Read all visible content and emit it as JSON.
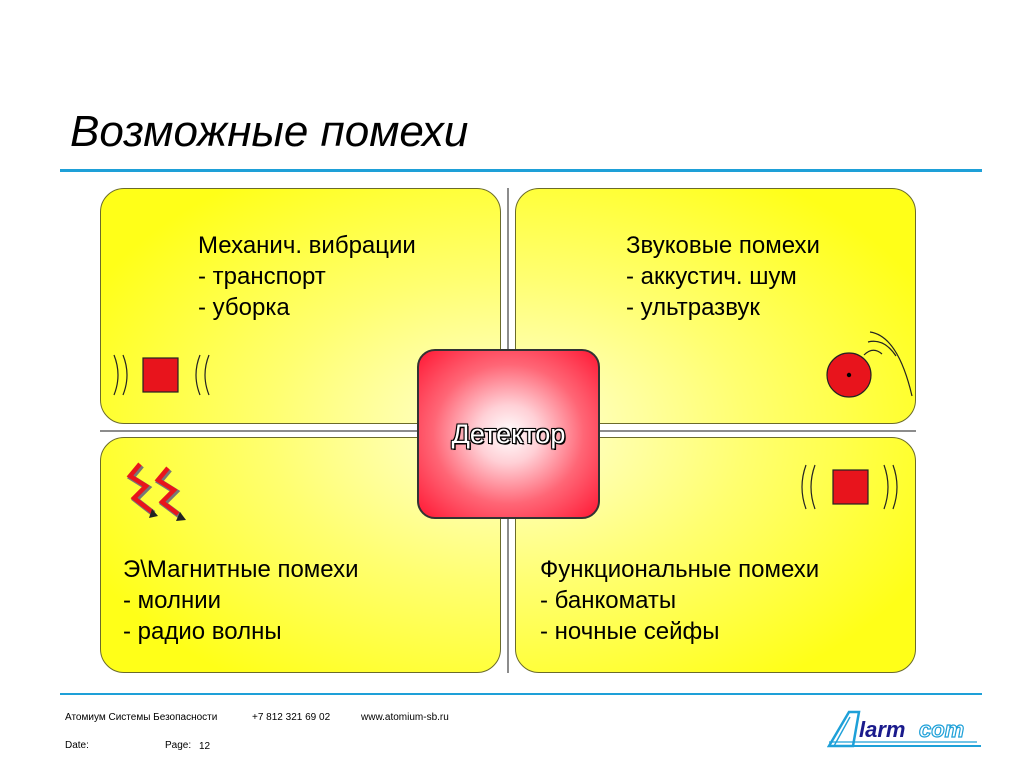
{
  "slide": {
    "title": "Возможные помехи",
    "center_label": "Детектор"
  },
  "quadrants": {
    "top_left": {
      "heading": "Механич. вибрации",
      "items": [
        "- транспорт",
        "- уборка"
      ]
    },
    "top_right": {
      "heading": "Звуковые помехи",
      "items": [
        "- аккустич. шум",
        "- ультразвук"
      ]
    },
    "bottom_left": {
      "heading": "Э\\Магнитные помехи",
      "items": [
        "- молнии",
        "- радио волны"
      ]
    },
    "bottom_right": {
      "heading": "Функциональные помехи",
      "items": [
        "- банкоматы",
        "- ночные сейфы"
      ]
    }
  },
  "footer": {
    "company": "Атомиум Системы Безопасности",
    "phone": "+7 812 321 69 02",
    "website": "www.atomium-sb.ru",
    "date_label": "Date:",
    "page_label": "Page:",
    "page_number": "12",
    "logo_text": "Alarmcom"
  },
  "colors": {
    "accent_rule": "#1ea0d8",
    "quadrant_fill": "#ffff18",
    "detector_fill": "#ff1a36",
    "icon_red": "#e8141c",
    "logo_blue": "#1ea0d8"
  },
  "icons": [
    "vibration-icon",
    "sound-icon",
    "lightning-icon",
    "function-icon"
  ]
}
